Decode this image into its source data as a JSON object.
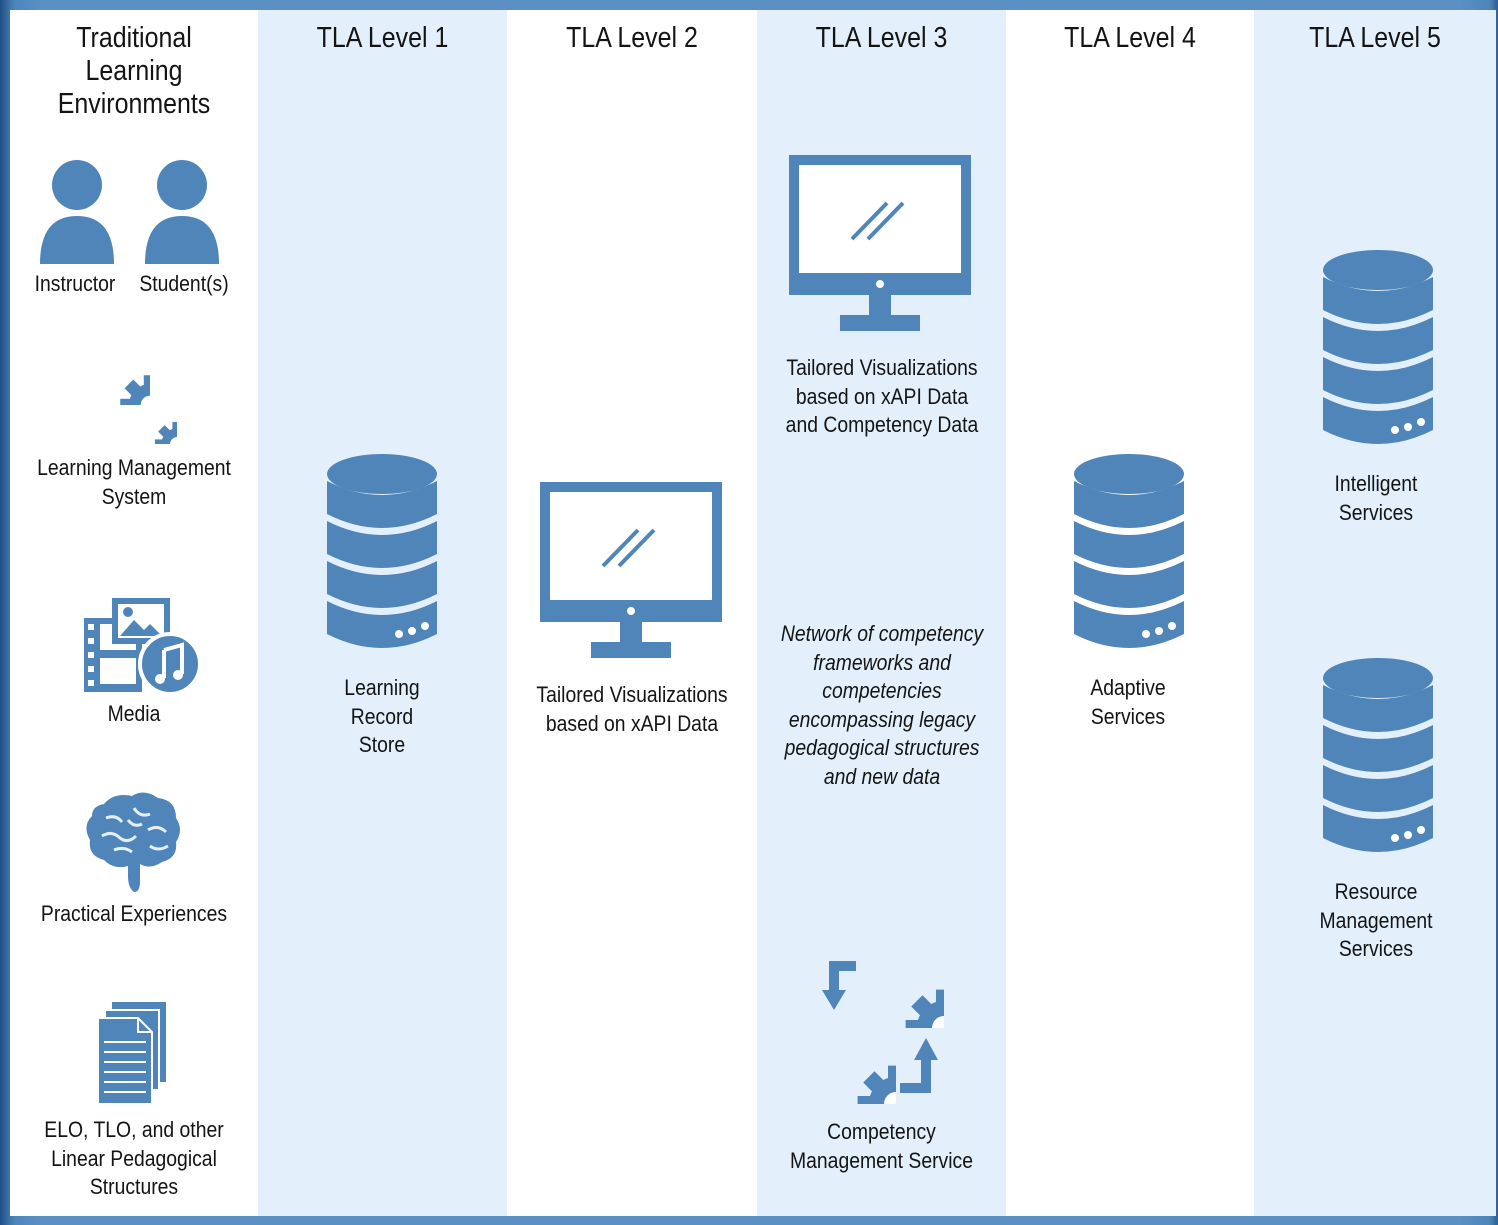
{
  "colors": {
    "icon": "#4f85b9",
    "column_blue": "#e3f0fc",
    "column_white": "#ffffff",
    "frame": "#4f86ba"
  },
  "columns": [
    {
      "heading": "Traditional Learning Environments",
      "people": {
        "left_label": "Instructor",
        "right_label": "Student(s)",
        "icon": "person-icon"
      },
      "items": [
        {
          "label": "Learning Management System",
          "icon": "gears-icon"
        },
        {
          "label": "Media",
          "icon": "media-icon"
        },
        {
          "label": "Practical Experiences",
          "icon": "brain-icon"
        },
        {
          "label": "ELO, TLO, and other Linear Pedagogical Structures",
          "icon": "documents-icon"
        }
      ]
    },
    {
      "heading": "TLA Level 1",
      "items": [
        {
          "label": "Learning Record Store",
          "icon": "database-icon"
        }
      ]
    },
    {
      "heading": "TLA Level 2",
      "items": [
        {
          "label": "Tailored Visualizations based on xAPI Data",
          "icon": "monitor-icon"
        }
      ]
    },
    {
      "heading": "TLA Level 3",
      "items": [
        {
          "label": "Tailored Visualizations based on xAPI Data and Competency Data",
          "icon": "monitor-icon"
        },
        {
          "label": "Competency Management Service",
          "icon": "gear-cycle-icon"
        }
      ],
      "note": "Network of competency frameworks and competencies encompassing legacy pedagogical structures and new data"
    },
    {
      "heading": "TLA Level 4",
      "items": [
        {
          "label": "Adaptive Services",
          "icon": "database-icon"
        }
      ]
    },
    {
      "heading": "TLA Level 5",
      "items": [
        {
          "label": "Intelligent Services",
          "icon": "database-icon"
        },
        {
          "label": "Resource Management Services",
          "icon": "database-icon"
        }
      ]
    }
  ]
}
